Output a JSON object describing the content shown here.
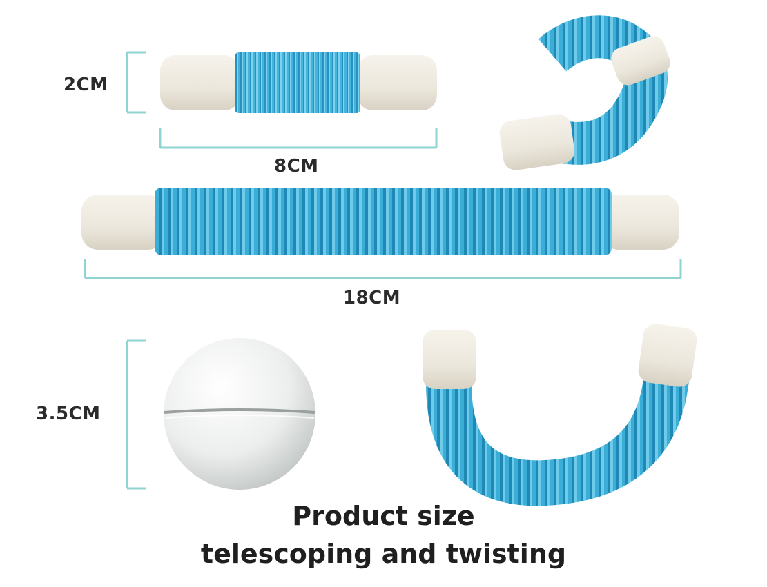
{
  "dimensions": {
    "height_short": "2CM",
    "length_short": "8CM",
    "length_long": "18CM",
    "ball_diameter": "3.5CM"
  },
  "caption": {
    "line1": "Product size",
    "line2": "telescoping and twisting"
  },
  "colors": {
    "tube_blue": "#3aaed6",
    "tube_blue_dark": "#1f88b5",
    "cap_white": "#ece8e0",
    "measure_line": "#8fd4d0",
    "text": "#2b2b2b"
  }
}
